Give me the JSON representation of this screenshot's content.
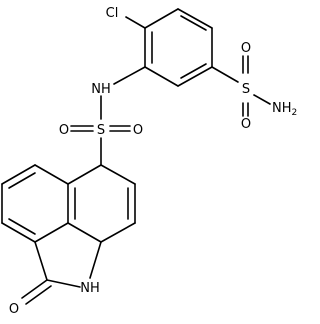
{
  "diagram": {
    "atoms": {
      "cl": "Cl",
      "nh_sulfonamide_link": "NH",
      "s_sulfonyl_center": "S",
      "o_sulfonyl_left": "O",
      "o_sulfonyl_right": "O",
      "s_sulfonamide_right": "S",
      "o_sulfonamide_top": "O",
      "o_sulfonamide_bottom": "O",
      "nh2_sulfonamide": "NH",
      "nh2_subscript": "2",
      "nh_lactam": "NH",
      "o_lactam": "O"
    }
  }
}
